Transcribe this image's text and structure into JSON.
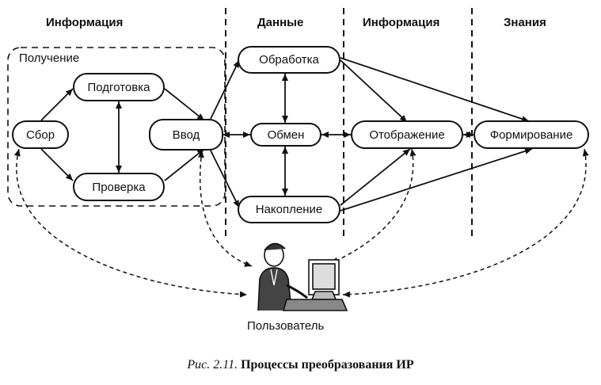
{
  "headers": {
    "info_left": "Информация",
    "data": "Данные",
    "info_right": "Информация",
    "knowledge": "Знания"
  },
  "group": {
    "label": "Получение"
  },
  "nodes": {
    "sbor": "Сбор",
    "podgotovka": "Подготовка",
    "proverka": "Проверка",
    "vvod": "Ввод",
    "obrabotka": "Обработка",
    "obmen": "Обмен",
    "nakoplenie": "Накопление",
    "otobrazhenie": "Отображение",
    "formirovanie": "Формирование"
  },
  "user": {
    "label": "Пользователь",
    "icon": "user-at-computer-icon"
  },
  "caption": {
    "number": "Рис. 2.11.",
    "title": "Процессы преобразования ИР"
  }
}
